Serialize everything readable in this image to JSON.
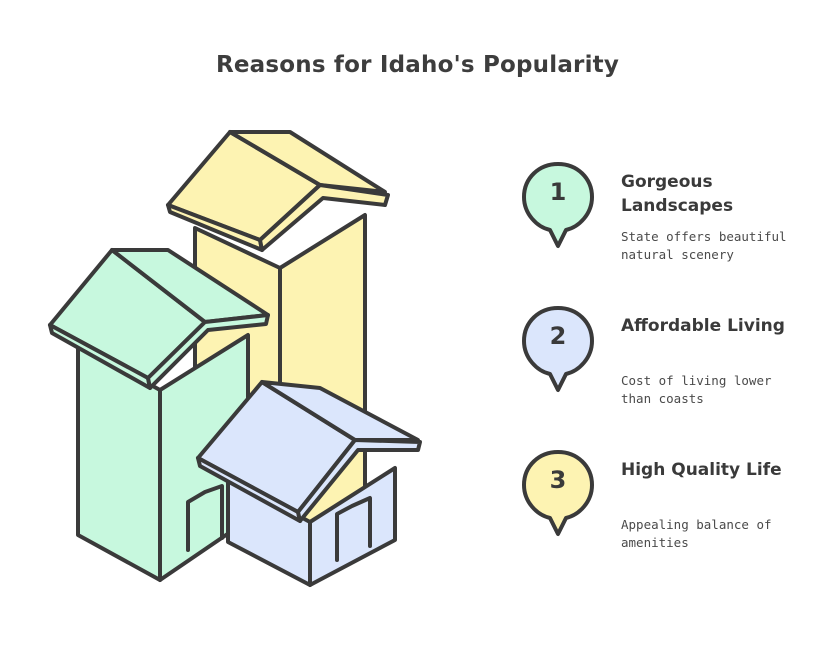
{
  "title": "Reasons for Idaho's Popularity",
  "colors": {
    "green": "#c7f8de",
    "yellow": "#fdf3b2",
    "blue": "#dbe6fc",
    "outline": "#3a3a3a"
  },
  "items": [
    {
      "number": "1",
      "title": "Gorgeous Landscapes",
      "description": "State offers beautiful natural scenery",
      "color": "green"
    },
    {
      "number": "2",
      "title": "Affordable Living",
      "description": "Cost of living lower than coasts",
      "color": "blue"
    },
    {
      "number": "3",
      "title": "High Quality Life",
      "description": "Appealing balance of amenities",
      "color": "yellow"
    }
  ]
}
